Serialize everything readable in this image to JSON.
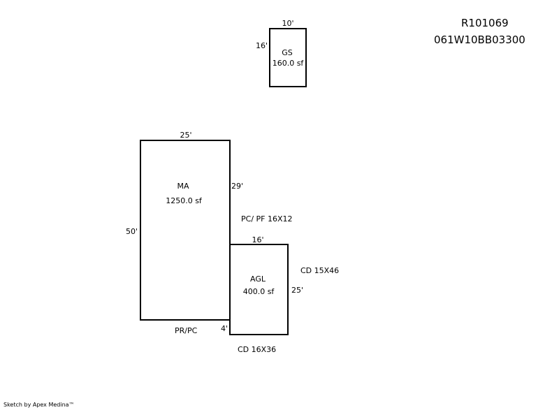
{
  "header": {
    "parcel_id": "R101069",
    "map_number": "061W10BB03300"
  },
  "areas": [
    {
      "code": "GS",
      "area": "160.0 sf",
      "dims": {
        "top": "10'",
        "left": "16'"
      }
    },
    {
      "code": "MA",
      "area": "1250.0 sf",
      "dims": {
        "top": "25'",
        "left": "50'",
        "right": "29'"
      }
    },
    {
      "code": "AGL",
      "area": "400.0 sf",
      "dims": {
        "top": "16'",
        "right": "25'",
        "left_bottom": "4'"
      }
    }
  ],
  "annotations": {
    "pc_pf": "PC/ PF 16X12",
    "cd_right": "CD 15X46",
    "pr_pc": "PR/PC",
    "cd_bottom": "CD 16X36"
  },
  "footer": "Sketch by Apex Medina™"
}
